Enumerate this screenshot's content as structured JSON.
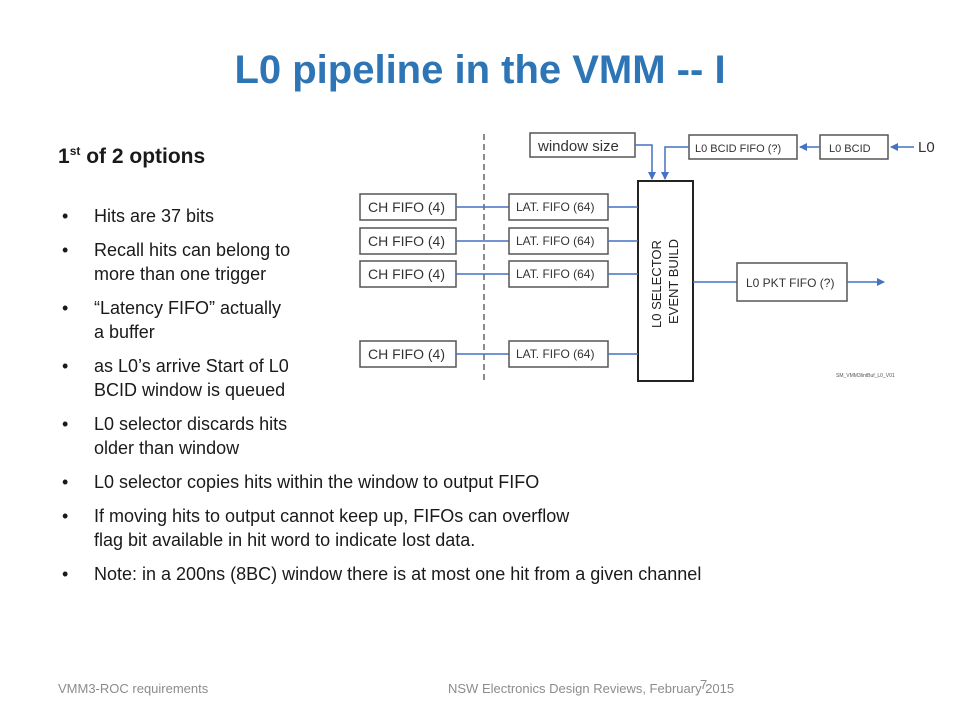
{
  "slide": {
    "title": "L0 pipeline in the VMM -- I",
    "subtitle_main": "1",
    "subtitle_sup": "st",
    "subtitle_rest": " of 2 options",
    "bullets": [
      {
        "line1": "Hits are 37 bits",
        "line2": ""
      },
      {
        "line1": "Recall hits can belong to",
        "line2": "more than one trigger"
      },
      {
        "line1": "“Latency FIFO” actually",
        "line2": "a buffer"
      },
      {
        "line1": "as L0’s arrive Start of L0",
        "line2": "BCID window is queued"
      },
      {
        "line1": "L0 selector discards hits",
        "line2": "older than window"
      },
      {
        "line1": "L0 selector copies hits within the window to output FIFO",
        "line2": ""
      },
      {
        "line1": "If moving hits to output cannot keep up, FIFOs can overflow",
        "line2": "flag bit available  in hit word to indicate lost data."
      },
      {
        "line1": "Note: in a 200ns (8BC) window there is at most one hit from a given channel",
        "line2": ""
      }
    ]
  },
  "diagram": {
    "window_size": "window size",
    "bcid_fifo": "L0 BCID FIFO (?)",
    "bcid": "L0 BCID",
    "l0_input": "L0",
    "ch_fifo": [
      "CH FIFO (4)",
      "CH FIFO (4)",
      "CH FIFO (4)",
      "CH FIFO (4)"
    ],
    "lat_fifo": [
      "LAT. FIFO (64)",
      "LAT. FIFO (64)",
      "LAT. FIFO (64)",
      "LAT. FIFO (64)"
    ],
    "selector_line1": "L0 SELECTOR",
    "selector_line2": "EVENT BUILD",
    "pkt_fifo": "L0 PKT FIFO (?)",
    "file_tag": "SM_VMM3lintBuf_L0_V01",
    "line_color": "#4472c4"
  },
  "footer": {
    "left": "VMM3-ROC requirements",
    "center": "NSW Electronics Design Reviews, February 2015",
    "page": "7"
  }
}
